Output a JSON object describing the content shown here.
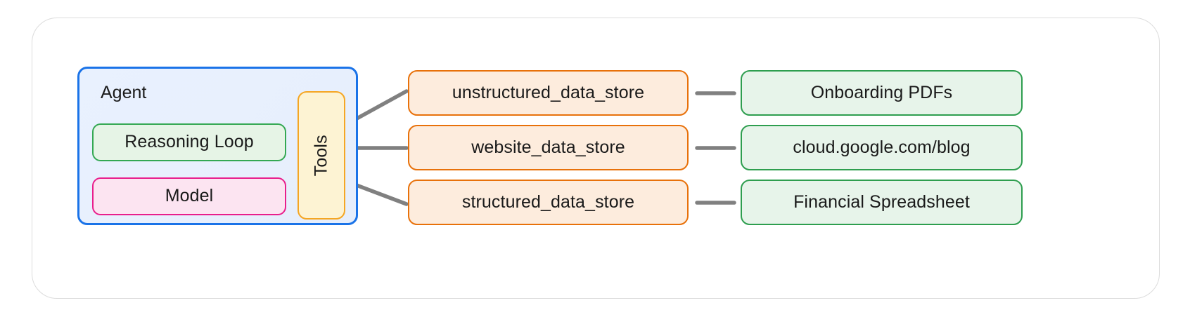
{
  "diagram": {
    "title_visible": false,
    "colors": {
      "frame_border": "#dcdcdc",
      "agent_border": "#1a73e8",
      "agent_fill": "#e9f1fe",
      "reasoning_border": "#34a853",
      "reasoning_fill": "#e6f4e6",
      "model_border": "#e91e8c",
      "model_fill": "#fce4f1",
      "tools_border": "#f5a623",
      "tools_fill": "#fdf3d3",
      "store_border": "#e8710a",
      "store_fill": "#fdecdd",
      "source_border": "#2e9e4f",
      "source_fill": "#e7f4ea",
      "connector": "#808080"
    },
    "agent": {
      "label": "Agent",
      "components": [
        {
          "id": "reasoning-loop",
          "label": "Reasoning Loop"
        },
        {
          "id": "model",
          "label": "Model"
        }
      ],
      "tools": {
        "label": "Tools",
        "orientation": "vertical"
      }
    },
    "data_stores": [
      {
        "id": "unstructured",
        "label": "unstructured_data_store"
      },
      {
        "id": "website",
        "label": "website_data_store"
      },
      {
        "id": "structured",
        "label": "structured_data_store"
      }
    ],
    "sources": [
      {
        "id": "onboarding-pdfs",
        "label": "Onboarding PDFs"
      },
      {
        "id": "cloud-blog",
        "label": "cloud.google.com/blog"
      },
      {
        "id": "financial-spreadsheet",
        "label": "Financial Spreadsheet"
      }
    ],
    "connections": [
      {
        "from": "tools",
        "to": "unstructured_data_store"
      },
      {
        "from": "tools",
        "to": "website_data_store"
      },
      {
        "from": "tools",
        "to": "structured_data_store"
      },
      {
        "from": "unstructured_data_store",
        "to": "onboarding-pdfs"
      },
      {
        "from": "website_data_store",
        "to": "cloud-blog"
      },
      {
        "from": "structured_data_store",
        "to": "financial-spreadsheet"
      }
    ]
  }
}
